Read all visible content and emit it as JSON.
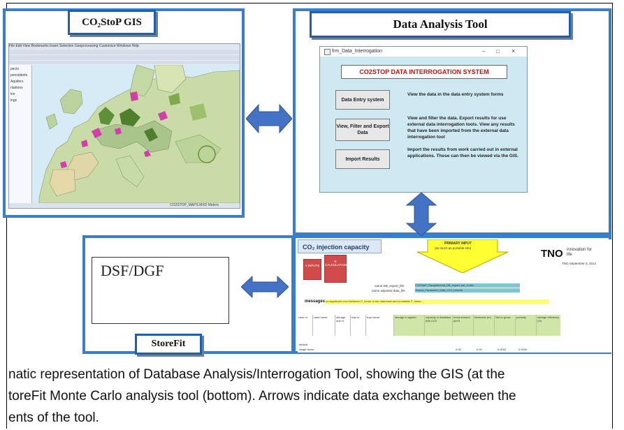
{
  "colors": {
    "panel_border": "#3a7dc9",
    "arrow_fill": "#4472c4",
    "form_bg": "#cfe9f3",
    "title_accent": "#b01818",
    "yellow": "#ffff33"
  },
  "gis_panel": {
    "title": "CO₂StoP GIS",
    "menu_text": "File  Edit  View  Bookmarks  Insert  Selection  Geoprocessing  Customize  Windows  Help",
    "status_text": "CO2STOP_MAPS.MXD Meters",
    "sidebar_items": [
      "pects",
      "ponsidents",
      "Aquifers",
      "ntations",
      "ins",
      "ings"
    ]
  },
  "data_panel": {
    "title": "Data Analysis Tool",
    "window_title": "frm_Data_Interrogation",
    "window_controls": [
      "–",
      "□",
      "×"
    ],
    "heading": "CO2STOP DATA INTERROGATION SYSTEM",
    "rows": [
      {
        "button": "Data Entry system",
        "desc": "View the data in the data entry system forms"
      },
      {
        "button": "View, Filter and Export Data",
        "desc": "View and filter the data. Export results for use external data interrogation tools. View any results that have been imported from the external data interrogation tool"
      },
      {
        "button": "Import Results",
        "desc": "Import the results from work carried out in external applications. These can then be viewed via the GIS."
      }
    ]
  },
  "storefit_panel": {
    "title": "StoreFit",
    "box_label": "DSF/DGF"
  },
  "spreadsheet": {
    "title": "CO₂ injection capacity",
    "primary_input": "PRIMARY INPUT",
    "primary_input_sub": "(as much as possible info)",
    "tno": "TNO",
    "tno_tagline": "innovation for life",
    "date": "TNO September 6, 2012",
    "block_a": "A INPUTS",
    "block_b": "B CALCULATIONS",
    "file_label_1": "name DB_export_file:",
    "file_label_2": "name adjusted data_file",
    "file_value_1": "CO2StoP_DaughterUnit_DB_export_set_3.xlsx",
    "file_value_2": "Output_Parameter_Data_V12_new.xls",
    "messages": "messages",
    "message_text": "no significant error between P_mean of the data base and a realistic P_mean...",
    "col_headers": [
      "case nr",
      "case name",
      "storage unit nr",
      "trap nr",
      "trap name",
      "storage in aquifer",
      "capacity in database (Mt) CO2",
      "trend amount (km²)",
      "thickness (m)",
      "Net to gross",
      "porosity",
      "storage efficiency (%)"
    ],
    "row_labels": [
      "default",
      "range factor"
    ],
    "values": [
      "0.00",
      "0.00",
      "0.0000",
      "0.0000"
    ]
  },
  "caption": {
    "line1": "natic representation of Database Analysis/Interrogation Tool, showing the GIS (at the",
    "line2": "toreFit Monte Carlo analysis tool (bottom). Arrows indicate data exchange between the",
    "line3": "ents of the tool."
  }
}
